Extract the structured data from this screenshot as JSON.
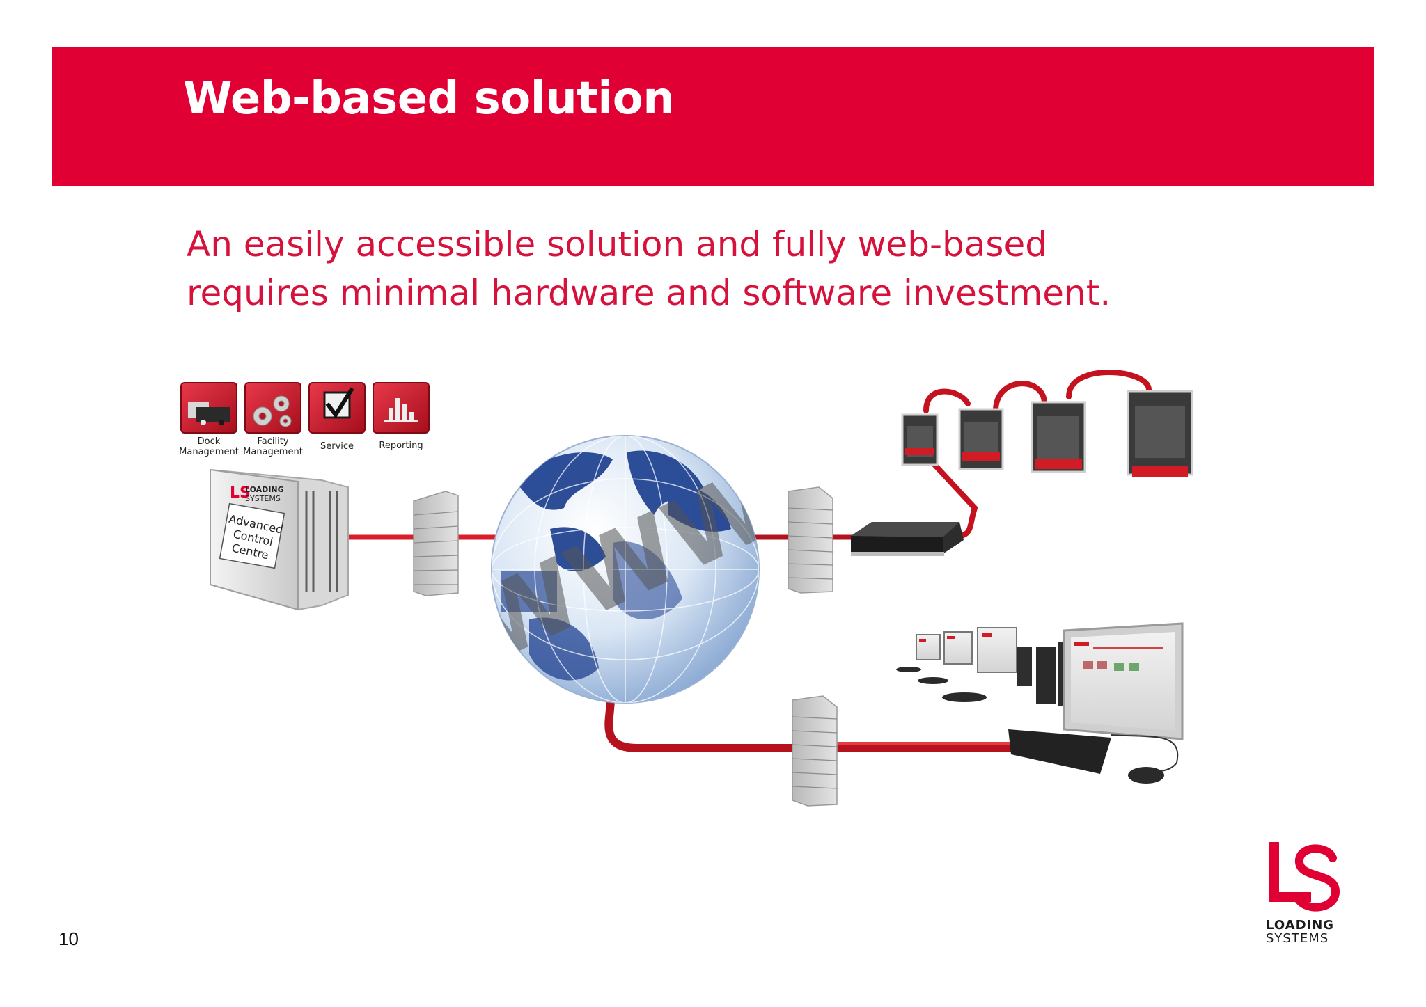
{
  "slide": {
    "title": "Web-based solution",
    "subtitle_lines": [
      "An easily accessible solution and fully web-based",
      "requires minimal hardware and software investment."
    ],
    "page_number": "10"
  },
  "modules": [
    {
      "line1": "Dock",
      "line2": "Management",
      "icon": "trucks-icon"
    },
    {
      "line1": "Facility",
      "line2": "Management",
      "icon": "gears-icon"
    },
    {
      "line1": "Service",
      "line2": "",
      "icon": "checkmark-icon"
    },
    {
      "line1": "Reporting",
      "line2": "",
      "icon": "bar-chart-icon"
    }
  ],
  "server": {
    "brand_line1": "LOADING",
    "brand_line2": "SYSTEMS",
    "label_lines": [
      "Advanced",
      "Control",
      "Centre"
    ]
  },
  "globe_label": "WWW",
  "logo": {
    "line1": "LOADING",
    "line2": "SYSTEMS"
  },
  "colors": {
    "brand_red": "#e00034",
    "subtitle_red": "#d6123c",
    "cable_red": "#d91d2a",
    "globe_blue": "#1d3f8f"
  }
}
